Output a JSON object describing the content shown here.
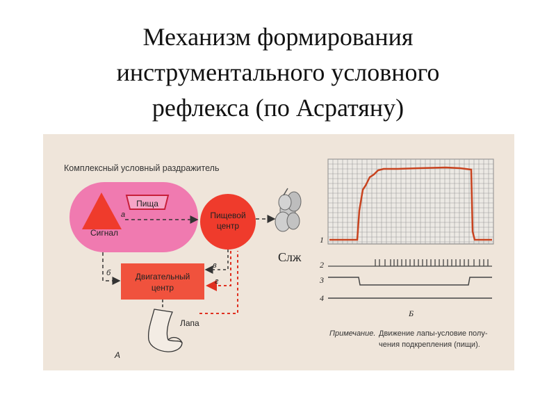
{
  "title_lines": [
    "Механизм формирования",
    "инструментального условного",
    "рефлекса (по Асратяну)"
  ],
  "diagram": {
    "complex_stimulus_label": "Комплексный условный раздражитель",
    "food_label": "Пища",
    "signal_label": "Сигнал",
    "food_center_label": [
      "Пищевой",
      "центр"
    ],
    "motor_center_label": [
      "Двигательный",
      "центр"
    ],
    "gland_label": "Слж",
    "paw_label": "Лапа",
    "panel_a_label": "А",
    "arrow_labels": {
      "a": "а",
      "b": "б",
      "v": "в",
      "g": "г"
    }
  },
  "recording": {
    "trace_numbers": [
      "1",
      "2",
      "3",
      "4"
    ],
    "panel_b_label": "Б",
    "note_prefix": "Примечание.",
    "note_lines": [
      "Движение лапы-условие полу-",
      "чения подкрепления (пищи)."
    ]
  },
  "colors": {
    "pink_oval": "#f07ab0",
    "red": "#ef3b2c",
    "motor_box": "#f0523d",
    "trace": "#c8431f",
    "grid": "#9a9a9a",
    "figure_bg": "#efe5da"
  }
}
